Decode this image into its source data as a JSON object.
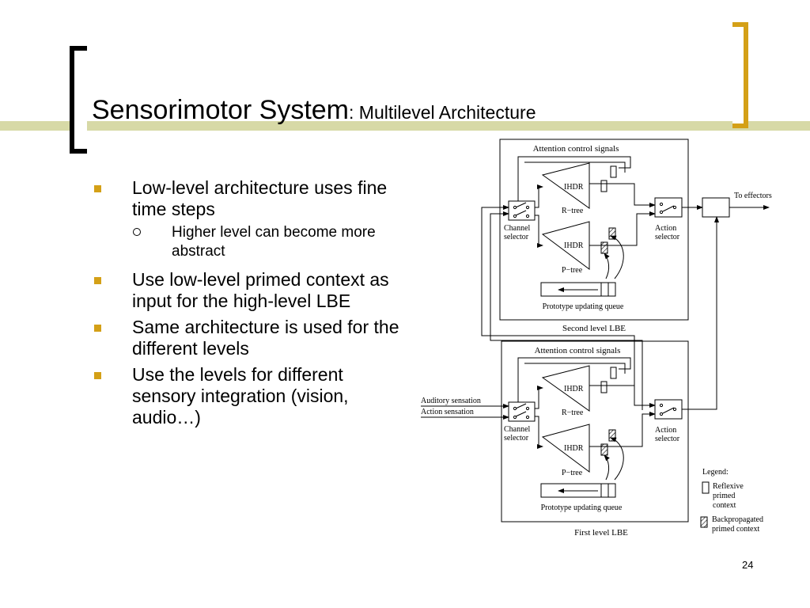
{
  "slide": {
    "title": "Sensorimotor System",
    "title_sep": ":",
    "subtitle": " Multilevel Architecture",
    "page_number": "24"
  },
  "bullets": [
    {
      "text": "Low-level architecture uses fine time steps",
      "sub": [
        "Higher level can become more abstract"
      ]
    },
    {
      "text": "Use low-level primed context as input for the high-level LBE",
      "sub": []
    },
    {
      "text": "Same architecture is used for the different levels",
      "sub": []
    },
    {
      "text": "Use the levels for different sensory integration (vision, audio…)",
      "sub": []
    }
  ],
  "diagram": {
    "attention_label": "Attention control signals",
    "ihdr": "IHDR",
    "rtree": "R−tree",
    "ptree": "P−tree",
    "channel": "Channel",
    "selector": "selector",
    "action": "Action",
    "queue_label": "Prototype updating queue",
    "second_level": "Second level LBE",
    "first_level": "First level LBE",
    "to_effectors": "To effectors",
    "auditory": "Auditory sensation",
    "action_sensation": "Action sensation",
    "legend": {
      "title": "Legend:",
      "reflexive": [
        "Reflexive",
        "primed",
        "context"
      ],
      "backprop": [
        "Backpropagated",
        "primed context"
      ]
    }
  },
  "colors": {
    "accent": "#d4a017",
    "band": "#d7d9a6"
  }
}
